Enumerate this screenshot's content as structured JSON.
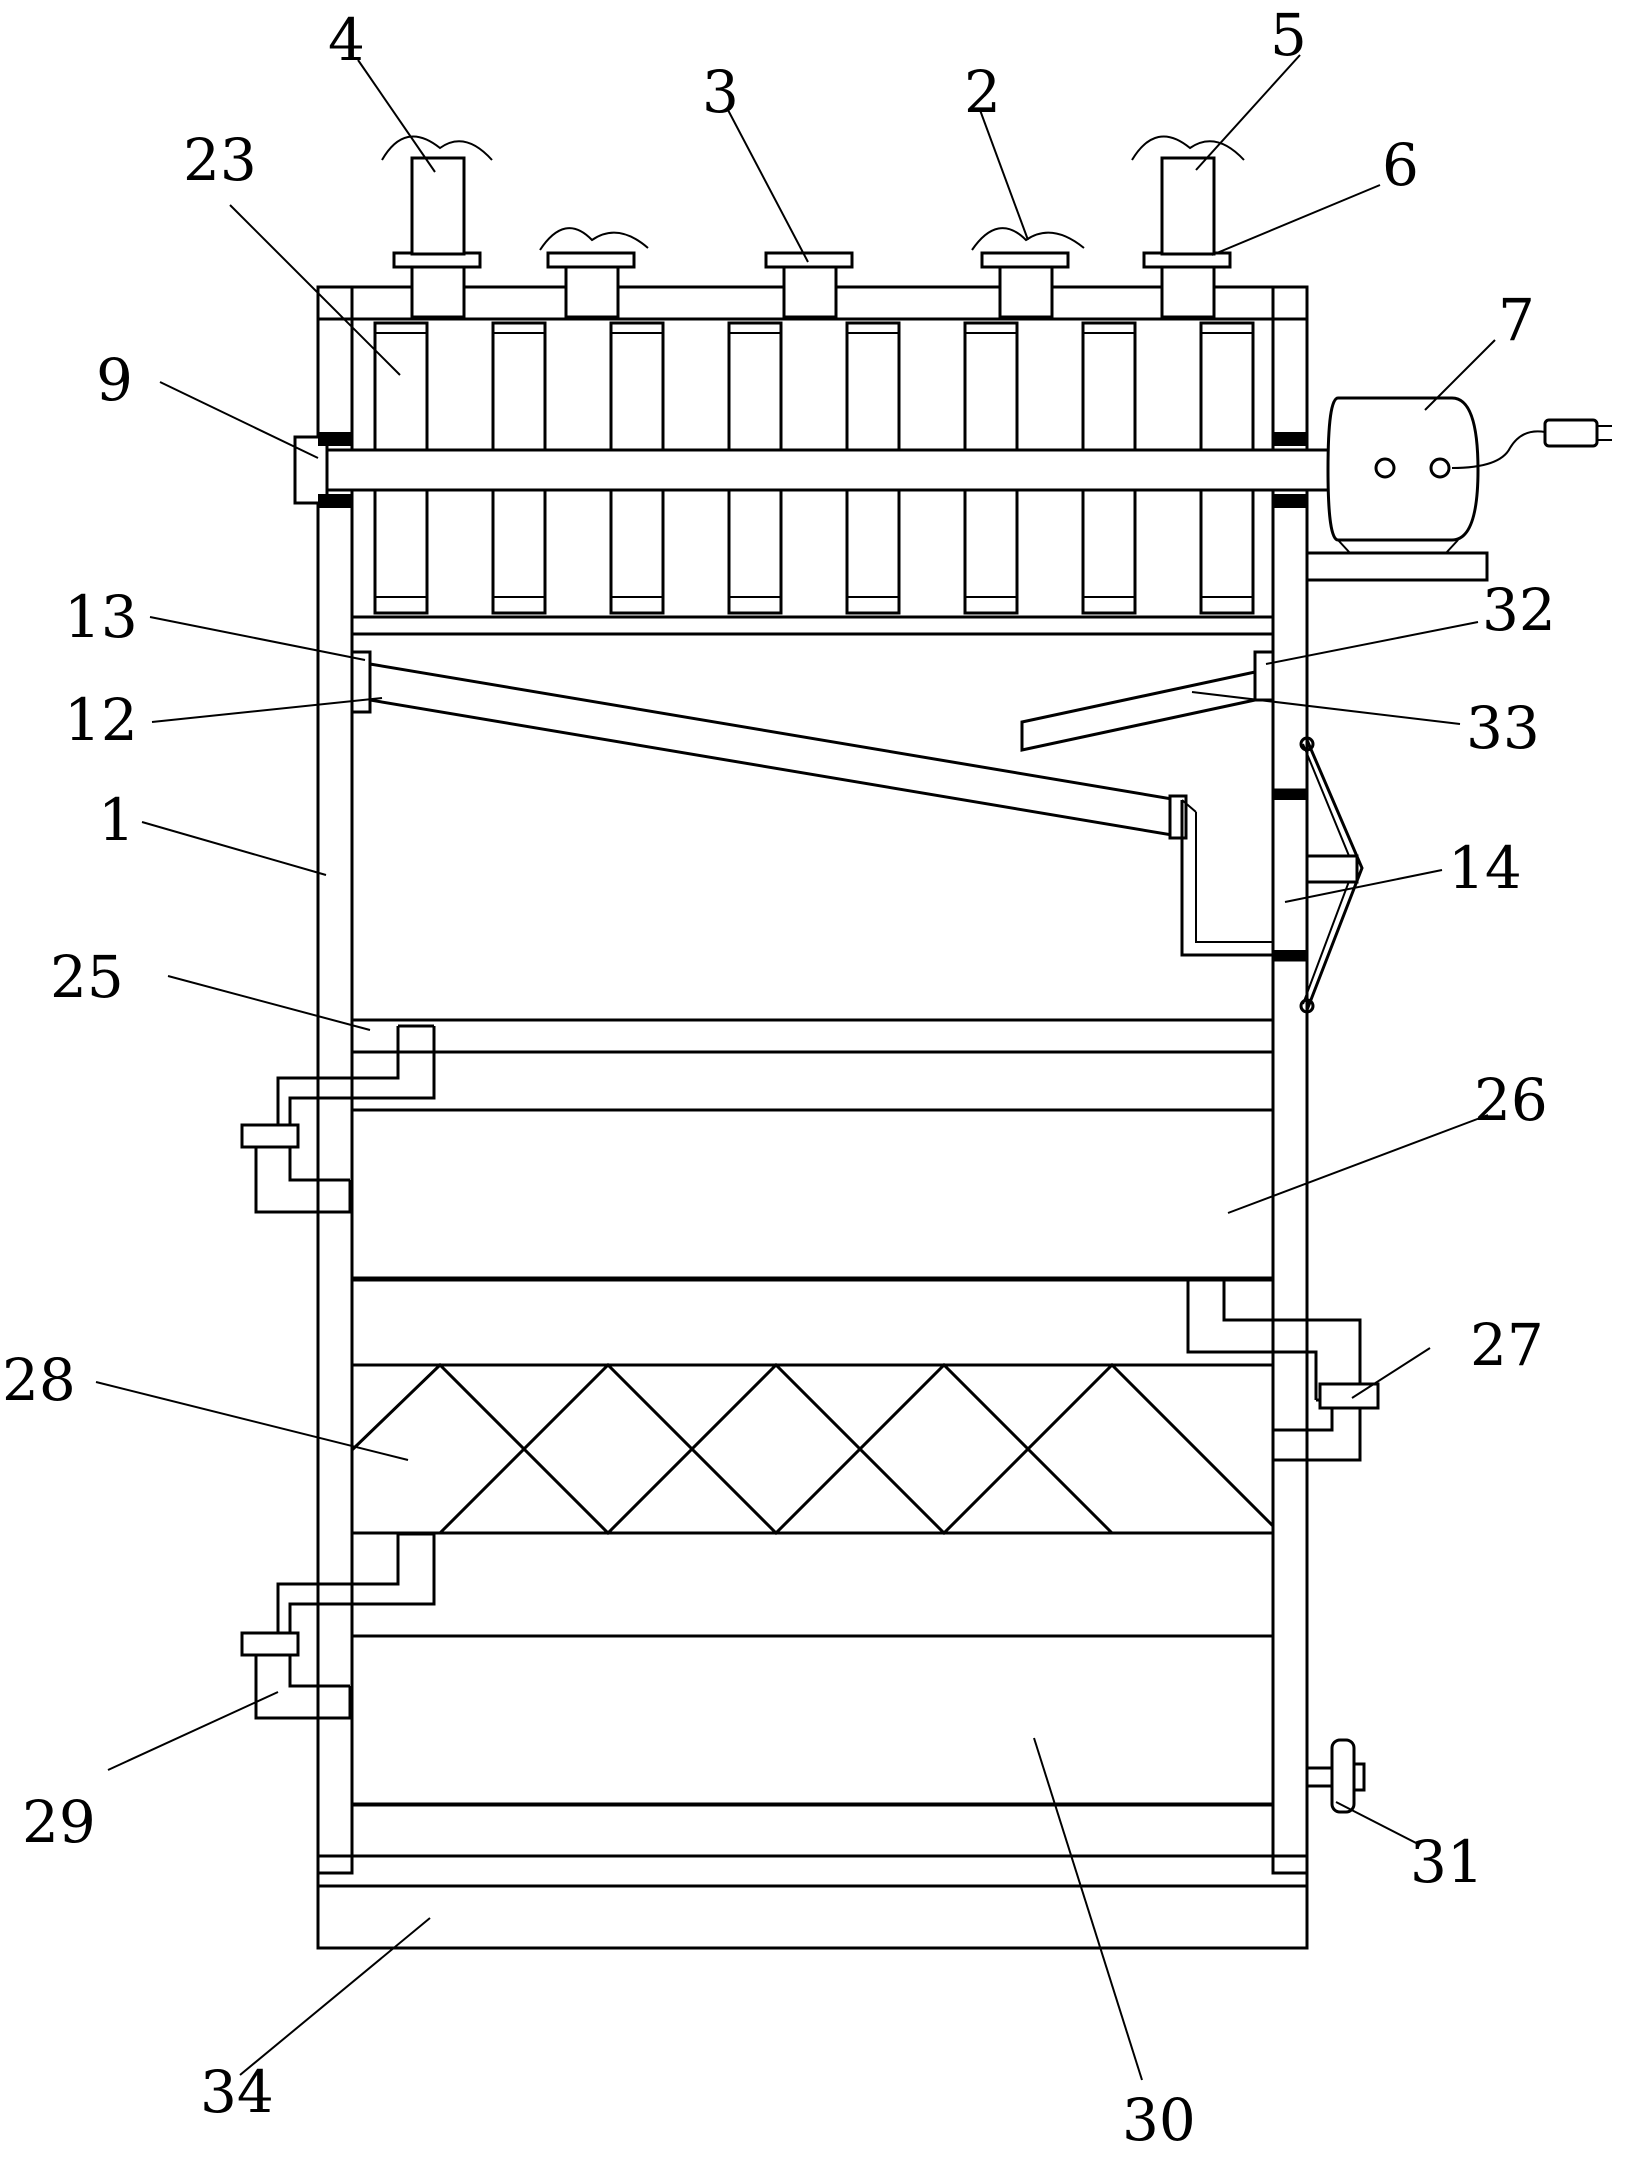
{
  "figure": {
    "kind": "patent-drawing",
    "labels": {
      "l1": "1",
      "l2": "2",
      "l3": "3",
      "l4": "4",
      "l5": "5",
      "l6": "6",
      "l7": "7",
      "l9": "9",
      "l12": "12",
      "l13": "13",
      "l14": "14",
      "l23": "23",
      "l25": "25",
      "l26": "26",
      "l27": "27",
      "l28": "28",
      "l29": "29",
      "l30": "30",
      "l31": "31",
      "l32": "32",
      "l33": "33",
      "l34": "34"
    }
  }
}
